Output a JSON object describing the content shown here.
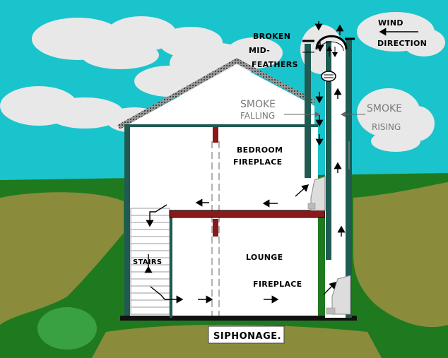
{
  "labels": {
    "wind": "WIND",
    "direction": "DIRECTION",
    "broken": "BROKEN",
    "mid": "MID-",
    "feathers": "FEATHERS",
    "smoke_falling_1": "SMOKE",
    "smoke_falling_2": "FALLING",
    "smoke_rising_1": "SMOKE",
    "smoke_rising_2": "RISING",
    "bedroom": "BEDROOM",
    "fireplace_upper": "FIREPLACE",
    "lounge": "LOUNGE",
    "fireplace_lower": "FIREPLACE",
    "stairs": "STAIRS",
    "caption": "SIPHONAGE."
  },
  "colors": {
    "sky": "#1ac4cc",
    "grass": "#1f7a1f",
    "earth": "#8a8c3c",
    "cloud": "#e8e8e8",
    "wall": "#1f5b52",
    "beam": "#8a1a1a",
    "roof_trim": "#555555"
  }
}
